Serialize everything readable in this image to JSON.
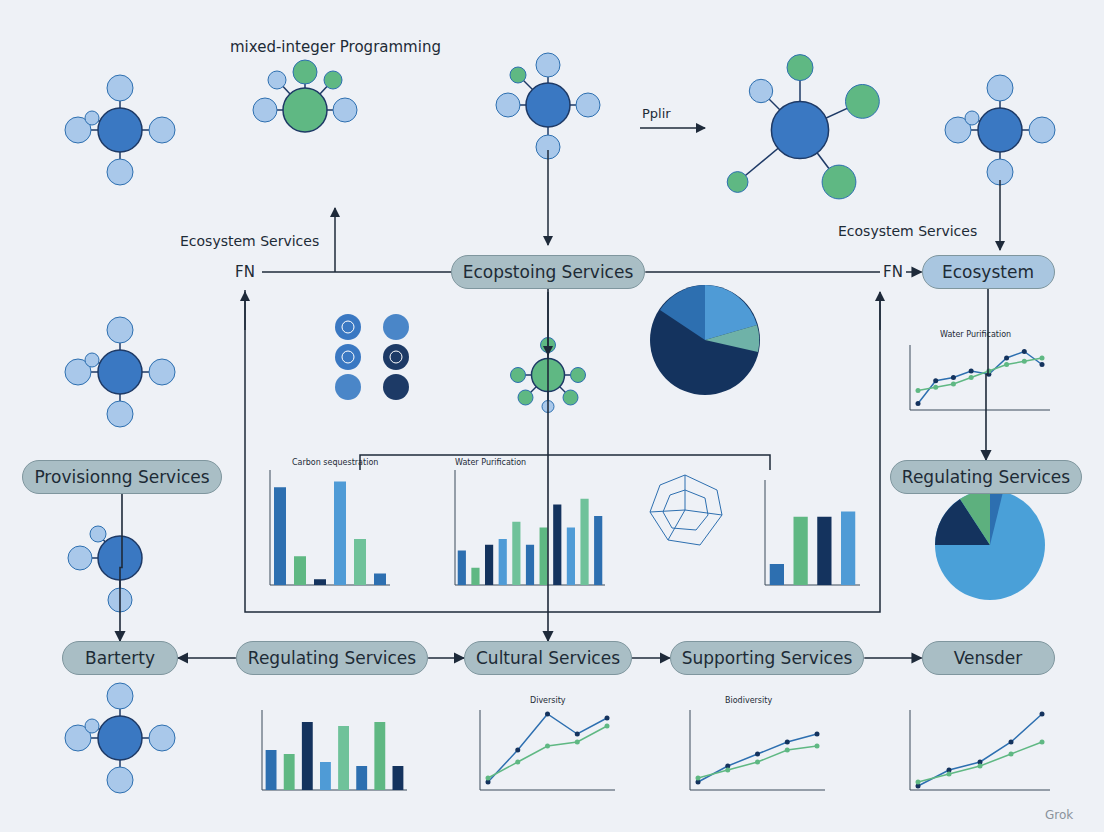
{
  "diagram": {
    "nodes": [
      {
        "text": [
          "Ecopstoing Services"
        ]
      },
      {
        "text": [
          "Ecosystem"
        ]
      },
      {
        "text": [
          "Provisionng Services"
        ]
      },
      {
        "text": [
          "Regulating Services"
        ]
      },
      {
        "text": [
          "Barterty"
        ]
      },
      {
        "text": [
          "Regulating Services"
        ]
      },
      {
        "text": [
          "Cultural Services"
        ]
      },
      {
        "text": [
          "Supporting Services"
        ]
      },
      {
        "text": [
          "Vensder"
        ]
      }
    ],
    "edges": [
      {
        "from": 0,
        "to": 1,
        "arrow": "to"
      },
      {
        "from": 0,
        "to": 6,
        "arrow": "to"
      },
      {
        "from": 1,
        "to": 3,
        "arrow": "to"
      },
      {
        "from": 2,
        "to": 4,
        "arrow": "to"
      },
      {
        "from": 5,
        "to": 4,
        "arrow": "to"
      },
      {
        "from": 5,
        "to": 6,
        "arrow": "to"
      },
      {
        "from": 6,
        "to": 7,
        "arrow": "to"
      },
      {
        "from": 7,
        "to": 8,
        "arrow": "to"
      }
    ],
    "labels": [
      "mixed-integer Programming",
      "Pplir",
      "Ecosystem Services",
      "FN",
      "Ecosystem Services",
      "FN",
      "Carbon sequestration",
      "Water Purification",
      "Water Purification",
      "Diversity",
      "Biodiversity",
      "Grok"
    ]
  }
}
